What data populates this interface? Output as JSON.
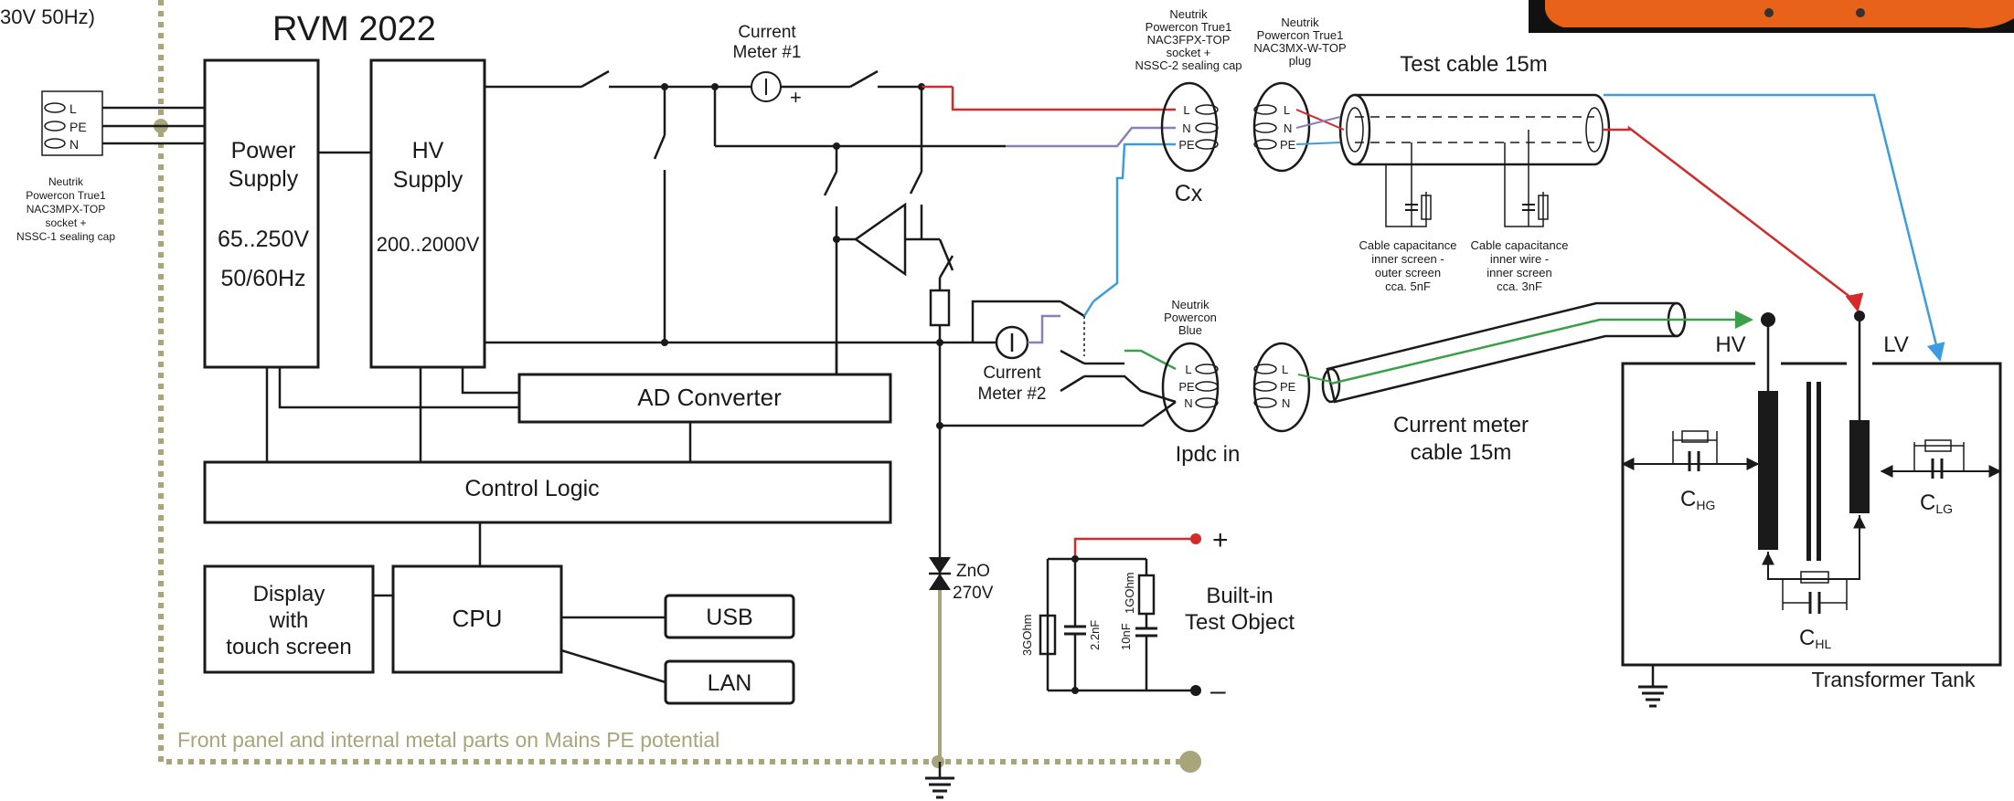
{
  "colors": {
    "background": "#ffffff",
    "line": "#1a1a1a",
    "mains_pe": "#a8a57a",
    "red_wire": "#d42a2a",
    "blue_wire": "#3b9de0",
    "purple_wire": "#8a7fb8",
    "green_wire": "#3aa04a"
  },
  "corner_text": {
    "top_left": "30V 50Hz)"
  },
  "title": "RVM 2022",
  "blocks": {
    "power_supply": {
      "line1": "Power",
      "line2": "Supply",
      "line3": "65..250V",
      "line4": "50/60Hz"
    },
    "hv_supply": {
      "line1": "HV",
      "line2": "Supply",
      "line3": "200..2000V"
    },
    "ad_converter": "AD Converter",
    "control_logic": "Control Logic",
    "display": {
      "line1": "Display",
      "line2": "with",
      "line3": "touch screen"
    },
    "cpu": "CPU",
    "usb": "USB",
    "lan": "LAN"
  },
  "mains_socket": {
    "pins": [
      "L",
      "PE",
      "N"
    ],
    "caption": [
      "Neutrik",
      "Powercon True1",
      "NAC3MPX-TOP",
      "socket +",
      "NSSC-1 sealing cap"
    ]
  },
  "current_meter_1": [
    "Current",
    "Meter #1"
  ],
  "current_meter_2": [
    "Current",
    "Meter #2"
  ],
  "cx_socket": {
    "caption": [
      "Neutrik",
      "Powercon True1",
      "NAC3FPX-TOP",
      "socket +",
      "NSSC-2 sealing cap"
    ],
    "pins": [
      "L",
      "N",
      "PE"
    ],
    "label": "Cx"
  },
  "cx_plug": {
    "caption": [
      "Neutrik",
      "Powercon True1",
      "NAC3MX-W-TOP",
      "plug"
    ],
    "pins": [
      "L",
      "N",
      "PE"
    ]
  },
  "test_cable": {
    "label": "Test cable 15m"
  },
  "cable_cap_1": [
    "Cable capacitance",
    "inner screen -",
    "outer screen",
    "cca. 5nF"
  ],
  "cable_cap_2": [
    "Cable capacitance",
    "inner wire -",
    "inner screen",
    "cca. 3nF"
  ],
  "ipdc_socket": {
    "caption": [
      "Neutrik",
      "Powercon",
      "Blue"
    ],
    "pins": [
      "L",
      "PE",
      "N"
    ],
    "label": "Ipdc in"
  },
  "ipdc_plug": {
    "pins": [
      "L",
      "PE",
      "N"
    ]
  },
  "current_meter_cable": [
    "Current meter",
    "cable 15m"
  ],
  "zno": [
    "ZnO",
    "270V"
  ],
  "test_object": {
    "label": [
      "Built-in",
      "Test Object"
    ],
    "plus": "+",
    "minus": "–",
    "r1": "3GOhm",
    "c1": "2.2nF",
    "c2": "10nF",
    "r2": "1GOhm"
  },
  "transformer": {
    "hv": "HV",
    "lv": "LV",
    "chg": {
      "main": "C",
      "sub": "HG"
    },
    "clg": {
      "main": "C",
      "sub": "LG"
    },
    "chl": {
      "main": "C",
      "sub": "HL"
    },
    "tank": "Transformer Tank"
  },
  "front_panel_note": "Front panel and internal metal parts  on Mains PE potential",
  "icons": [
    "ground-icon",
    "ammeter-icon",
    "switch-icon",
    "amplifier-icon",
    "zener-icon",
    "resistor-icon",
    "capacitor-icon",
    "connector-icon"
  ]
}
